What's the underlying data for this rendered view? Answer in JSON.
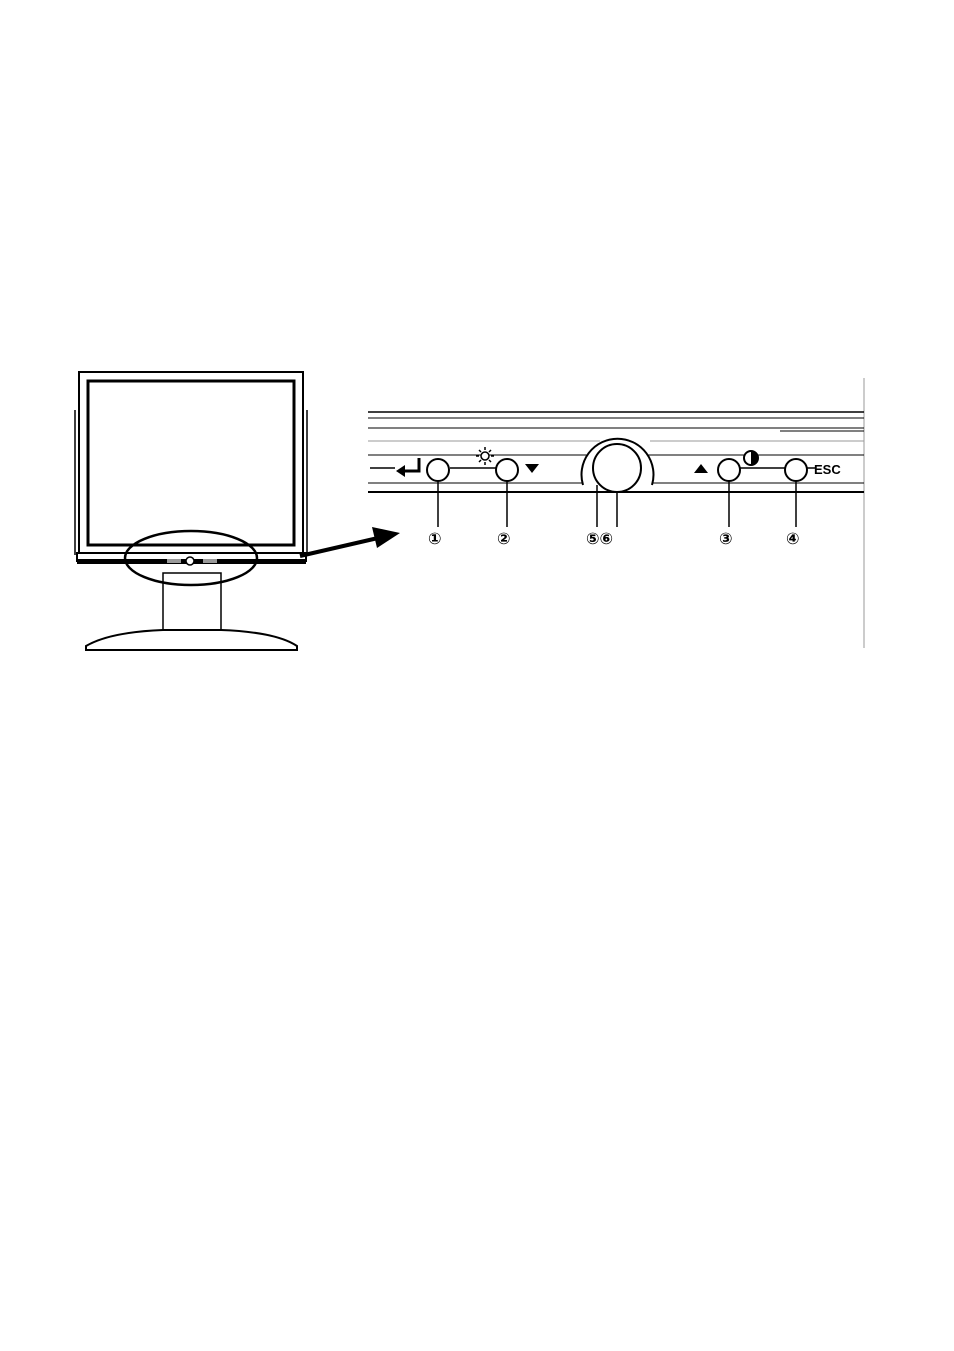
{
  "colors": {
    "ink": "#000000",
    "paper": "#ffffff",
    "panel_gray": "#9a9a9a"
  },
  "monitor": {
    "name": "monitor-front-view"
  },
  "panel": {
    "name": "control-panel-closeup",
    "power_button_icon": "power-button",
    "button_icons": [
      {
        "name": "enter-arrow-icon",
        "symbol": "↵"
      },
      {
        "name": "brightness-sun-icon",
        "symbol": "☼"
      },
      {
        "name": "down-triangle-icon",
        "symbol": "▼"
      },
      {
        "name": "up-triangle-icon",
        "symbol": "▲"
      },
      {
        "name": "contrast-icon",
        "symbol": "◑"
      }
    ],
    "esc_label": "ESC"
  },
  "callouts": [
    "①",
    "②",
    "⑤⑥",
    "③",
    "④"
  ]
}
